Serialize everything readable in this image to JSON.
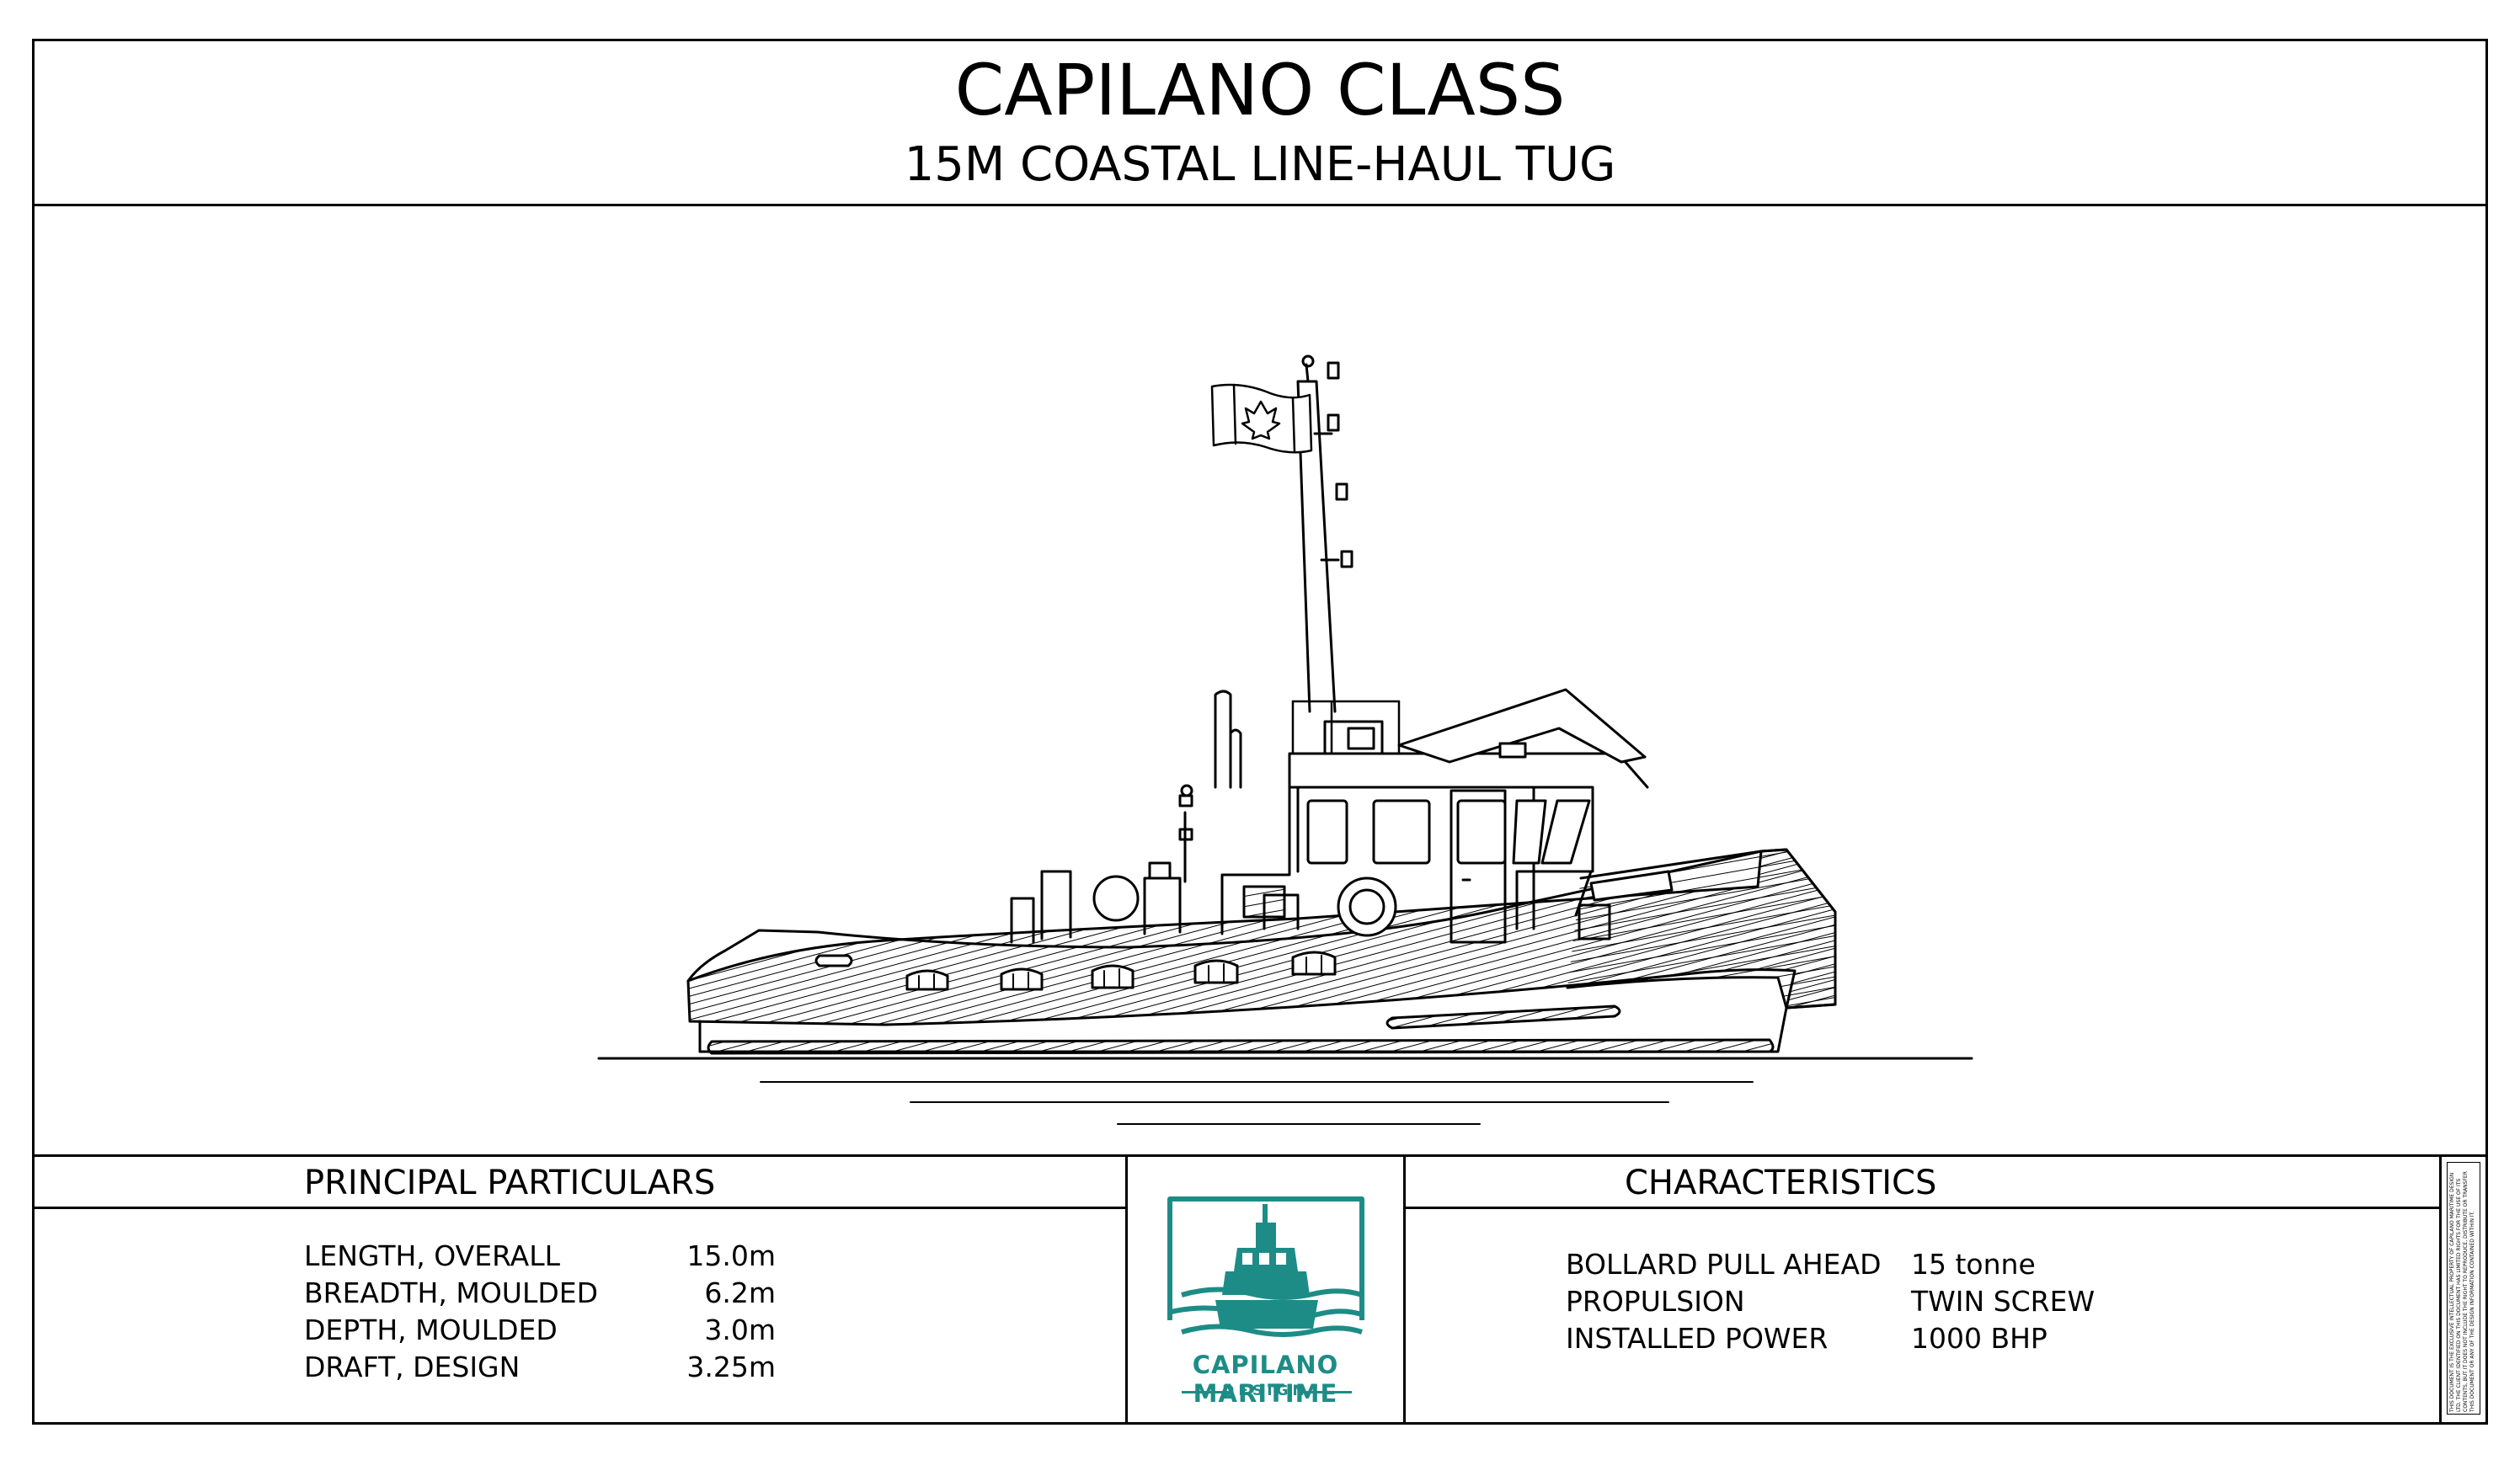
{
  "title": "CAPILANO CLASS",
  "subtitle": "15M COASTAL LINE-HAUL TUG",
  "principal_particulars": {
    "heading": "PRINCIPAL PARTICULARS",
    "rows": [
      {
        "label": "LENGTH, OVERALL",
        "value": "15.0m"
      },
      {
        "label": "BREADTH, MOULDED",
        "value": "6.2m"
      },
      {
        "label": "DEPTH, MOULDED",
        "value": "3.0m"
      },
      {
        "label": "DRAFT, DESIGN",
        "value": "3.25m"
      }
    ]
  },
  "characteristics": {
    "heading": "CHARACTERISTICS",
    "rows": [
      {
        "label": "BOLLARD PULL AHEAD",
        "value": "15 tonne"
      },
      {
        "label": "PROPULSION",
        "value": "TWIN SCREW"
      },
      {
        "label": "INSTALLED POWER",
        "value": "1000 BHP"
      }
    ]
  },
  "logo": {
    "name": "CAPILANO MARITIME",
    "sub": "DESIGN",
    "color": "#1e8c86"
  },
  "fine_print": "THIS DOCUMENT IS THE EXCLUSIVE INTELLECTUAL PROPERTY OF CAPILANO MARITIME DESIGN LTD. THE CLIENT IDENTIFIED ON THIS DOCUMENT HAS LIMITED RIGHTS FOR THE USE OF ITS CONTENTS, BUT IT DOES NOT INCLUDE THE RIGHT TO REPRODUCE, DISTRIBUTE OR TRANSFER THIS DOCUMENT OR ANY OF THE DESIGN INFORMATION CONTAINED WITHIN IT."
}
